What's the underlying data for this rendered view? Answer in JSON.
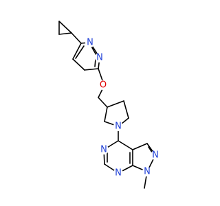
{
  "molecule": {
    "atoms": {
      "pyridazine_n1": {
        "symbol": "N",
        "color": "#1f3fd6"
      },
      "pyridazine_n2": {
        "symbol": "N",
        "color": "#1f3fd6"
      },
      "ether_o": {
        "symbol": "O",
        "color": "#e00000"
      },
      "pyrrolidine_n": {
        "symbol": "N",
        "color": "#1f3fd6"
      },
      "pyrimidine_n_top": {
        "symbol": "N",
        "color": "#1f3fd6"
      },
      "pyrimidine_n_bottom": {
        "symbol": "N",
        "color": "#1f3fd6"
      },
      "pyrazole_n_right": {
        "symbol": "N",
        "color": "#1f3fd6"
      },
      "pyrazole_n_bottom": {
        "symbol": "N",
        "color": "#1f3fd6"
      }
    },
    "bond_color": "#000000"
  }
}
